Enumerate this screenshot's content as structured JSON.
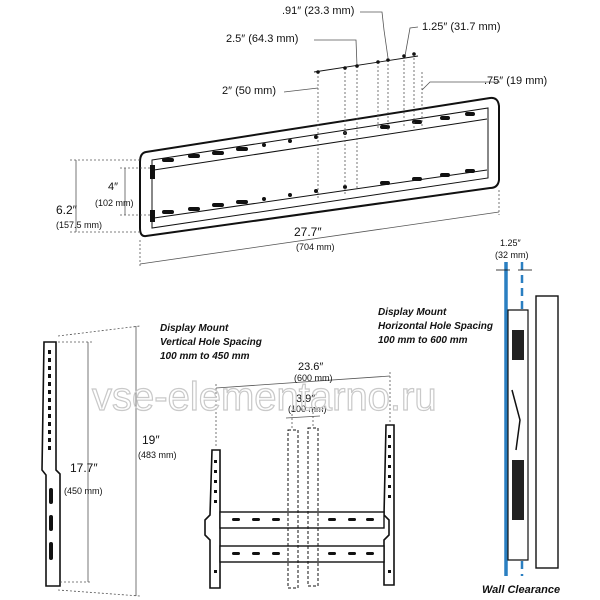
{
  "top": {
    "d_091": ".91″ (23.3 mm)",
    "d_25": "2.5″ (64.3 mm)",
    "d_125": "1.25″ (31.7 mm)",
    "d_2": "2″ (50 mm)",
    "d_075": ".75″ (19 mm)",
    "d_4": "4″",
    "d_4_mm": "(102 mm)",
    "d_62": "6.2″",
    "d_62_mm": "(157.5 mm)",
    "d_277": "27.7″",
    "d_277_mm": "(704 mm)"
  },
  "left": {
    "caption_line1": "Display Mount",
    "caption_line2": "Vertical Hole Spacing",
    "caption_line3": "100 mm to 450 mm",
    "d_19": "19″",
    "d_19_mm": "(483 mm)",
    "d_177": "17.7″",
    "d_177_mm": "(450 mm)"
  },
  "middle": {
    "caption_line1": "Display Mount",
    "caption_line2": "Horizontal Hole Spacing",
    "caption_line3": "100 mm to 600 mm",
    "d_236": "23.6″",
    "d_236_mm": "(600 mm)",
    "d_39": "3.9″",
    "d_39_mm": "(100 mm)"
  },
  "right": {
    "d_125": "1.25″",
    "d_125_mm": "(32 mm)",
    "caption": "Wall Clearance"
  },
  "watermark": "vse-elementarno.ru",
  "colors": {
    "wall_line": "#2a7fc1",
    "ink": "#111111",
    "dim": "#555555",
    "watermark": "#c9c9c9"
  }
}
